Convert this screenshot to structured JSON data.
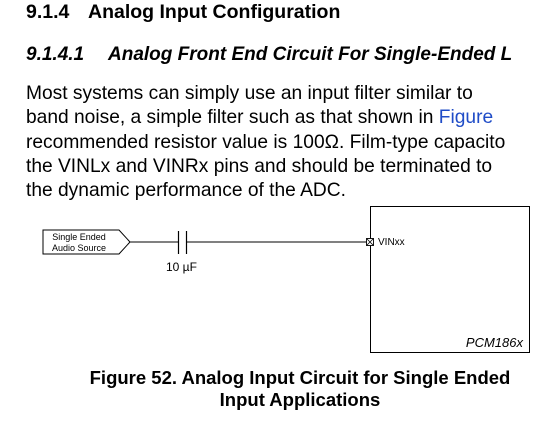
{
  "section": {
    "number": "9.1.4",
    "title": "Analog Input Configuration"
  },
  "subsection": {
    "number": "9.1.4.1",
    "title": "Analog Front End Circuit For Single-Ended L"
  },
  "paragraph": {
    "line1": "Most systems can simply use an input filter similar to",
    "line2_before": "band noise, a simple filter such as that shown in ",
    "line2_link": "Figure",
    "line3": "recommended resistor value is 100Ω. Film-type capacito",
    "line4": "the VINLx and VINRx pins and should be terminated to",
    "line5": "the dynamic performance of the ADC."
  },
  "figure": {
    "source_label_1": "Single Ended",
    "source_label_2": "Audio Source",
    "capacitor_label": "10 µF",
    "pin_label": "VINxx",
    "chip_label": "PCM186x",
    "caption_line1": "Figure 52. Analog Input Circuit for Single Ended",
    "caption_line2": "Input Applications"
  }
}
